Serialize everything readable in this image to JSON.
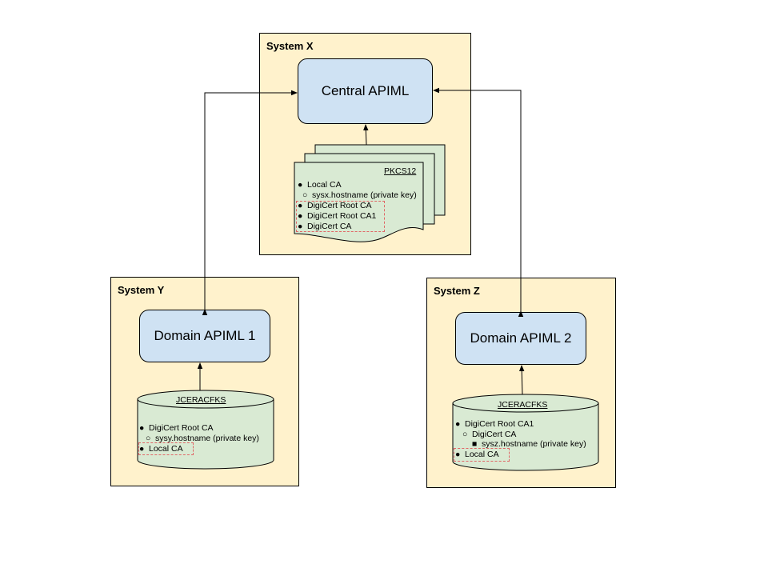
{
  "systems": {
    "x": {
      "title": "System X"
    },
    "y": {
      "title": "System Y"
    },
    "z": {
      "title": "System Z"
    }
  },
  "nodes": {
    "central": "Central APIML",
    "domain1": "Domain APIML 1",
    "domain2": "Domain APIML 2"
  },
  "stores": {
    "x": {
      "label": "PKCS12",
      "items": [
        {
          "bullet": "●",
          "text": "Local CA"
        },
        {
          "bullet": "○",
          "text": "sysx.hostname (private key)"
        },
        {
          "bullet": "●",
          "text": "DigiCert Root CA"
        },
        {
          "bullet": "●",
          "text": "DigiCert Root CA1"
        },
        {
          "bullet": "●",
          "text": "DigiCert CA"
        }
      ]
    },
    "y": {
      "label": "JCERACFKS",
      "items": [
        {
          "bullet": "●",
          "text": "DigiCert Root CA"
        },
        {
          "bullet": "○",
          "text": "sysy.hostname (private key)"
        },
        {
          "bullet": "●",
          "text": "Local CA"
        }
      ]
    },
    "z": {
      "label": "JCERACFKS",
      "items": [
        {
          "bullet": "●",
          "text": "DigiCert Root CA1"
        },
        {
          "bullet": "○",
          "text": "DigiCert CA"
        },
        {
          "bullet": "■",
          "text": "sysz.hostname (private key)"
        },
        {
          "bullet": "●",
          "text": "Local CA"
        }
      ]
    }
  },
  "colors": {
    "system_fill": "#fff2cc",
    "node_fill": "#cfe2f3",
    "store_fill": "#d9ead3",
    "highlight_dash": "#e06666"
  }
}
